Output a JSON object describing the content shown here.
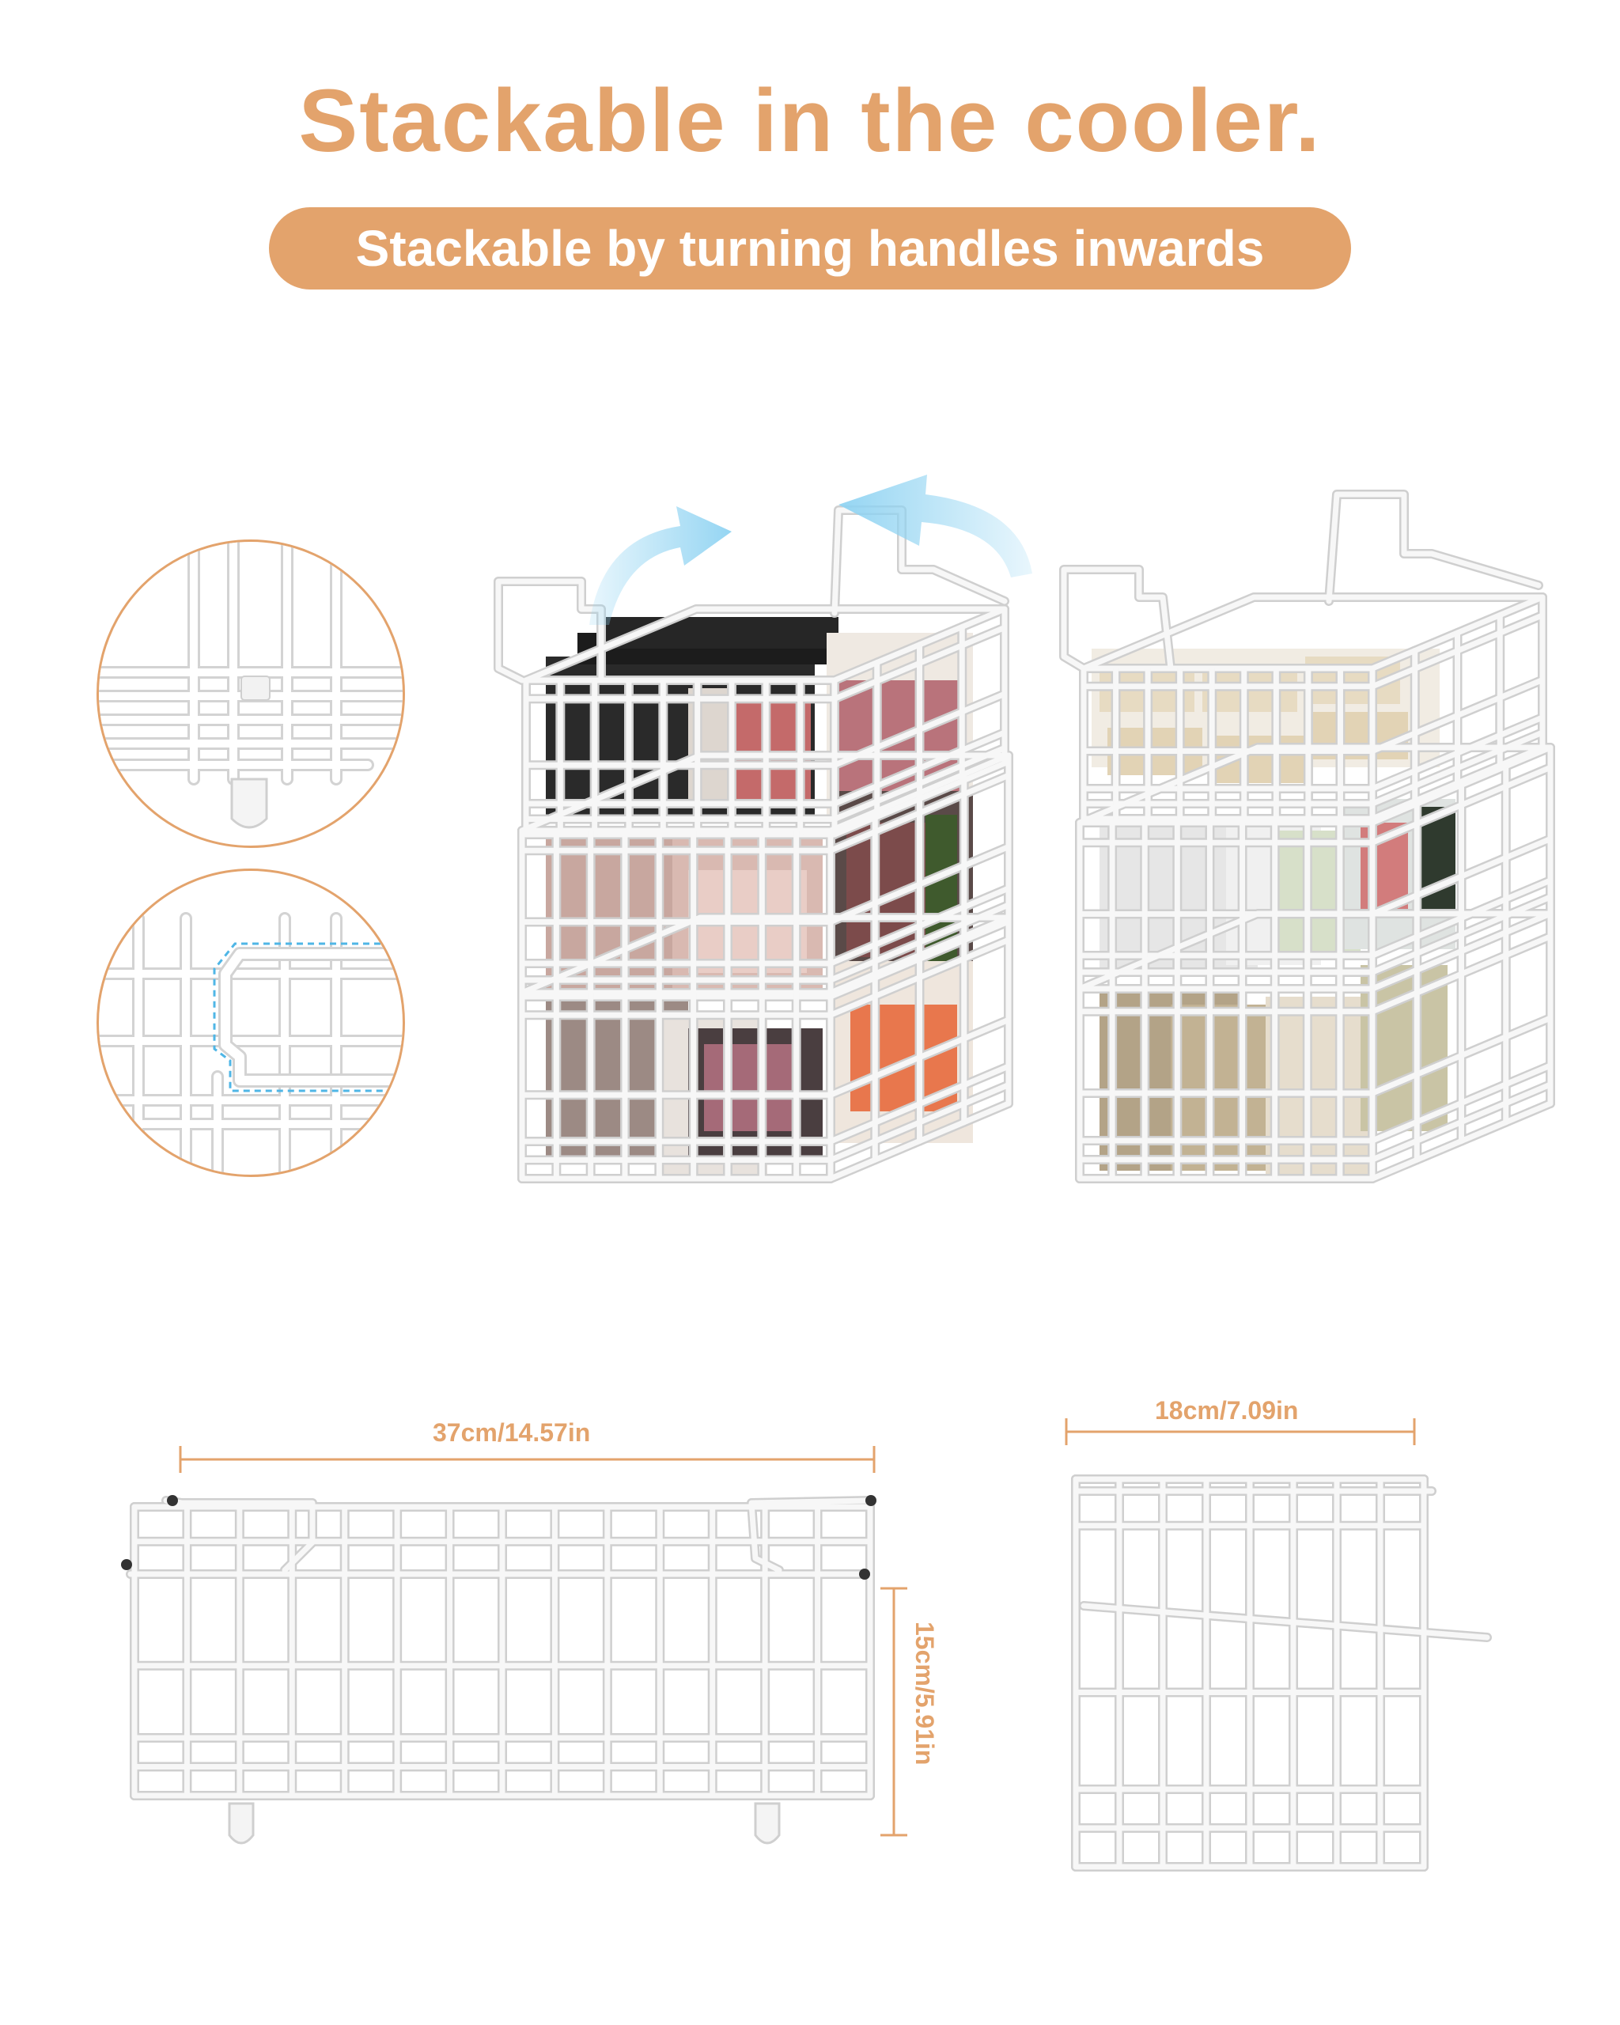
{
  "headline": "Stackable in the cooler.",
  "subheadline": "Stackable by turning handles inwards",
  "dimensions": {
    "length": "37cm/14.57in",
    "width": "18cm/7.09in",
    "height": "15cm/5.91in"
  },
  "colors": {
    "accent": "#e3a36c",
    "wire": "#f6f6f6",
    "wire_edge": "#cfcfcf",
    "arrow": "#8fd3f2",
    "highlight_dash": "#4fb6e6"
  },
  "icons": [
    "rotate-arrow-icon",
    "detail-circle-foot",
    "detail-circle-handle"
  ]
}
